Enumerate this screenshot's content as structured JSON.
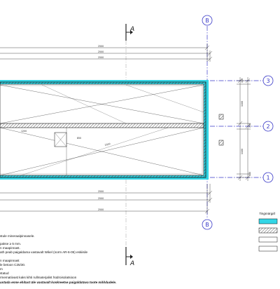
{
  "section_marker": "A",
  "grid_labels": {
    "b_top": "B",
    "b_bottom": "B",
    "row_3": "3",
    "row_2": "2",
    "row_1": "1"
  },
  "dimensions": {
    "top_1": "2500",
    "top_2": "2500",
    "top_3": "2500",
    "bottom_1": "2500",
    "bottom_2": "2500",
    "bottom_3": "2500",
    "r_a": "150",
    "r_b": "1100",
    "r_c": "150",
    "r_d": "1100",
    "r_e": "150",
    "inner_1": "1200",
    "inner_2": "2500",
    "inner_3": "850"
  },
  "legend": {
    "title": "Tingmärgid",
    "swatch_colors": [
      "#33d6e6",
      "#cccccc",
      "#ffffff",
      "#ffffff"
    ]
  },
  "notes": [
    "stule mineraalpinnasele.",
    "",
    "pakse ≥ 5 mm.",
    "n maapinnast.",
    "ath peab paigaldama vastavalt Wikel (norm AR-6-05) eskiisile",
    "",
    "n maapinnast",
    "le betoon C25/30.",
    "m",
    "statud",
    "rmematiivast kaks kihti rullmaterjalist hüdroisolatsioon",
    "ustada enne ehitust üle vastavalt konkreetse paigaldatava toote mõõdudele."
  ],
  "colors": {
    "accent": "#33d6e6",
    "grid_blue": "#3a3ac8",
    "line": "#222222"
  }
}
